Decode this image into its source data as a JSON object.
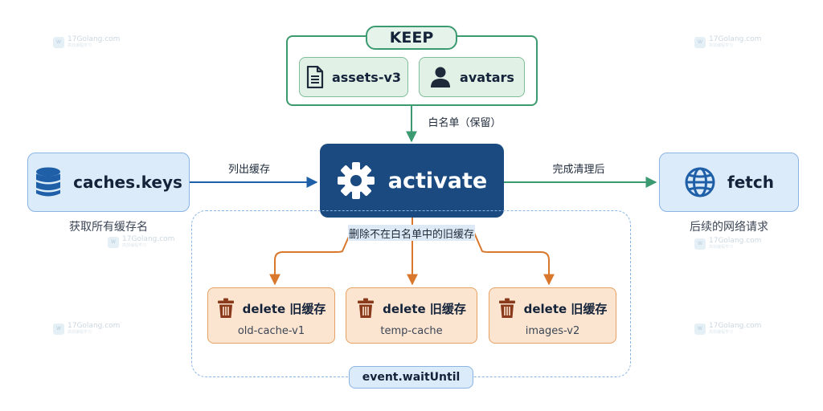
{
  "watermark": {
    "text": "17Golang.com",
    "subtext": "高效编程学习"
  },
  "keep": {
    "title": "KEEP",
    "items": [
      {
        "label": "assets-v3",
        "icon": "document-icon"
      },
      {
        "label": "avatars",
        "icon": "person-icon"
      }
    ]
  },
  "nodes": {
    "caches_keys": {
      "label": "caches.keys",
      "icon": "database-icon",
      "caption": "获取所有缓存名"
    },
    "activate": {
      "label": "activate",
      "icon": "gear-icon"
    },
    "fetch": {
      "label": "fetch",
      "icon": "globe-icon",
      "caption": "后续的网络请求"
    }
  },
  "edges": {
    "keep_to_activate": "白名单（保留）",
    "caches_to_activate": "列出缓存",
    "activate_to_fetch": "完成清理后",
    "activate_to_delete": "删除不在白名单中的旧缓存"
  },
  "deletes": [
    {
      "label": "delete 旧缓存",
      "name": "old-cache-v1",
      "icon": "trash-icon"
    },
    {
      "label": "delete 旧缓存",
      "name": "temp-cache",
      "icon": "trash-icon"
    },
    {
      "label": "delete 旧缓存",
      "name": "images-v2",
      "icon": "trash-icon"
    }
  ],
  "wait_until": "event.waitUntil",
  "colors": {
    "green": "#3c9a70",
    "blue": "#1e5fa8",
    "navy": "#1a4a80",
    "orange": "#d9782d",
    "light_blue": "#dcebfa",
    "light_orange": "#fbe5d0"
  }
}
